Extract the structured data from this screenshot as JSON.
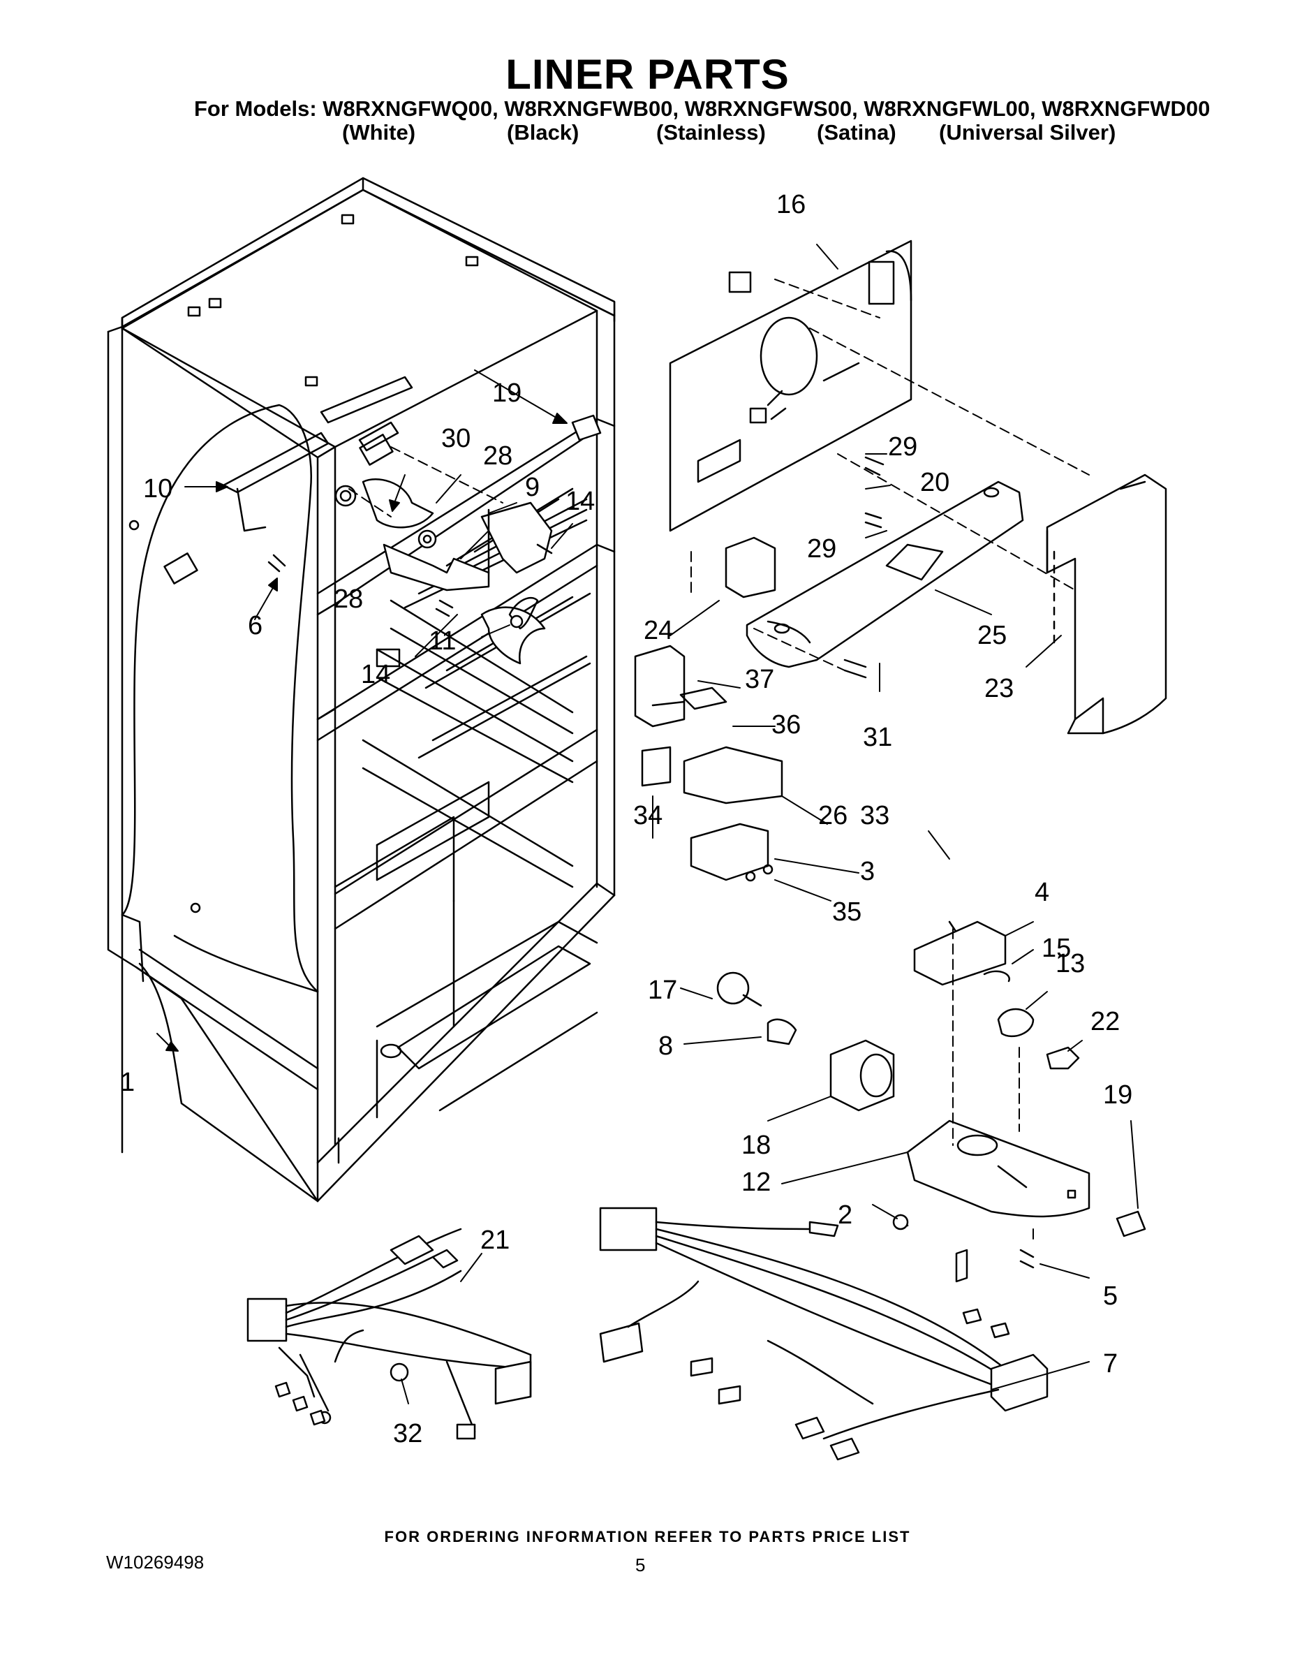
{
  "title": "LINER PARTS",
  "models_line": "For Models: W8RXNGFWQ00, W8RXNGFWB00, W8RXNGFWS00, W8RXNGFWL00, W8RXNGFWD00",
  "variants": [
    "(White)",
    "(Black)",
    "(Stainless)",
    "(Satina)",
    "(Universal Silver)"
  ],
  "callouts": [
    "1",
    "2",
    "3",
    "4",
    "5",
    "6",
    "7",
    "8",
    "9",
    "10",
    "11",
    "12",
    "13",
    "14",
    "14",
    "15",
    "16",
    "17",
    "18",
    "19",
    "19",
    "20",
    "21",
    "22",
    "23",
    "24",
    "25",
    "26",
    "28",
    "28",
    "29",
    "29",
    "30",
    "31",
    "32",
    "33",
    "34",
    "35",
    "36",
    "37"
  ],
  "footer": {
    "ordering_note": "FOR ORDERING INFORMATION REFER TO PARTS PRICE LIST",
    "doc_number": "W10269498",
    "page_number": "5"
  }
}
